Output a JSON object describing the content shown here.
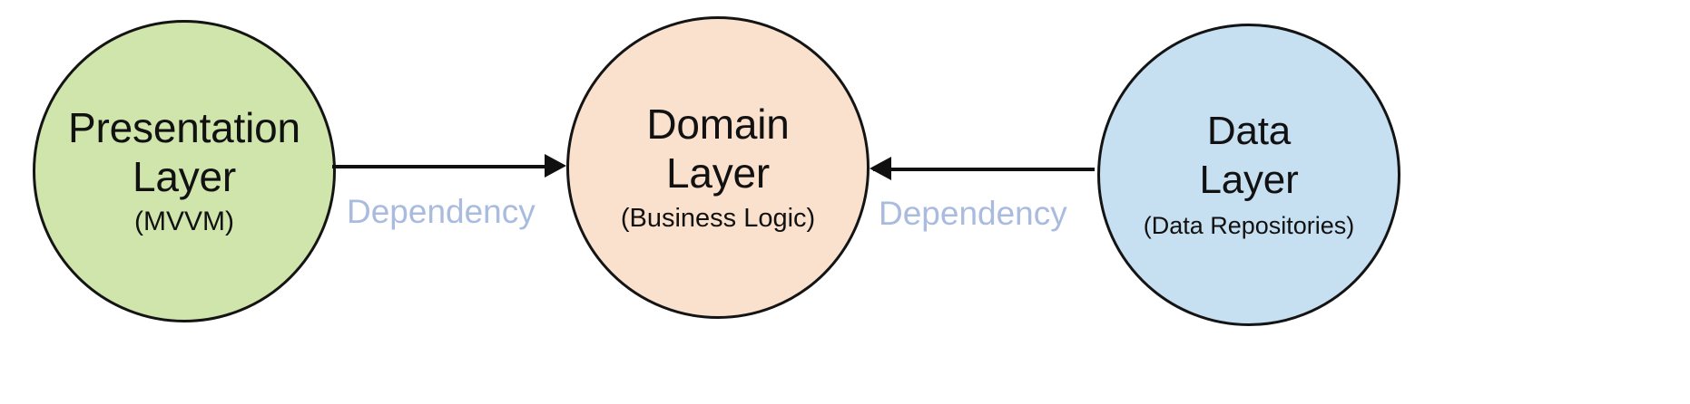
{
  "diagram": {
    "type": "layered-architecture",
    "background_color": "#ffffff",
    "nodes": [
      {
        "id": "presentation",
        "title": "Presentation\nLayer",
        "subtitle": "(MVVM)",
        "fill": "#cfe5ab",
        "stroke": "#141414",
        "shape": "circle"
      },
      {
        "id": "domain",
        "title": "Domain\nLayer",
        "subtitle": "(Business Logic)",
        "fill": "#fae1cd",
        "stroke": "#141414",
        "shape": "circle"
      },
      {
        "id": "data",
        "title": "Data\nLayer",
        "subtitle": "(Data Repositories)",
        "fill": "#c6dff1",
        "stroke": "#141414",
        "shape": "circle"
      }
    ],
    "edges": [
      {
        "id": "edge-1",
        "from": "presentation",
        "to": "domain",
        "label": "Dependency",
        "label_color": "#a9bbdf",
        "line_color": "#101010",
        "direction": "right"
      },
      {
        "id": "edge-2",
        "from": "data",
        "to": "domain",
        "label": "Dependency",
        "label_color": "#a9bbdf",
        "line_color": "#101010",
        "direction": "left"
      }
    ]
  }
}
